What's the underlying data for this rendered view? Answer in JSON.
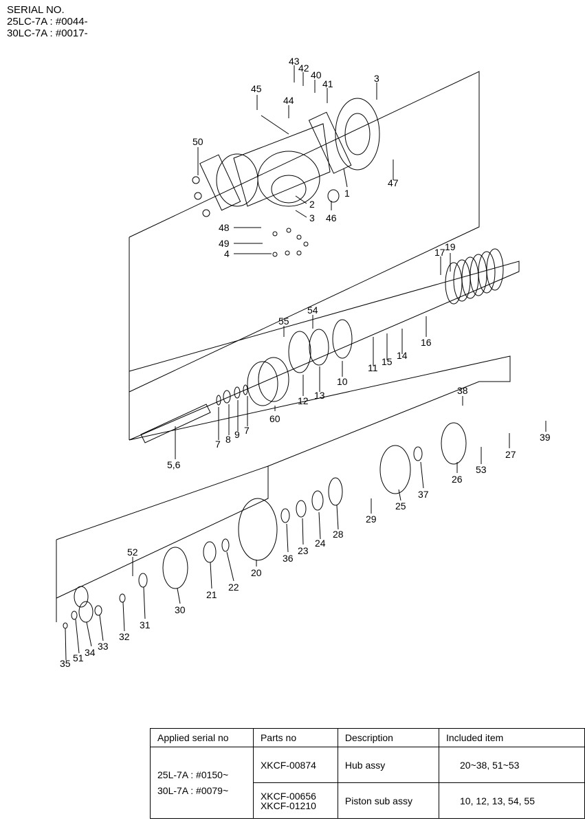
{
  "serial": {
    "title": "SERIAL NO.",
    "line1": "25LC-7A : #0044-",
    "line2": "30LC-7A : #0017-"
  },
  "callouts": [
    "43",
    "42",
    "40",
    "41",
    "3",
    "45",
    "44",
    "50",
    "47",
    "1",
    "2",
    "3",
    "46",
    "48",
    "49",
    "4",
    "17",
    "19",
    "54",
    "55",
    "16",
    "11",
    "15",
    "14",
    "10",
    "12",
    "13",
    "60",
    "7",
    "8",
    "9",
    "7",
    "5,6",
    "38",
    "27",
    "39",
    "53",
    "26",
    "37",
    "25",
    "29",
    "24",
    "28",
    "23",
    "36",
    "20",
    "22",
    "21",
    "52",
    "30",
    "31",
    "32",
    "33",
    "34",
    "51",
    "35"
  ],
  "table": {
    "headers": [
      "Applied serial no",
      "Parts no",
      "Description",
      "Included item"
    ],
    "serial_line1": "25L-7A : #0150~",
    "serial_line2": "30L-7A : #0079~",
    "rows": [
      {
        "parts_no": "XKCF-00874",
        "parts_no2": "",
        "description": "Hub assy",
        "included": "20~38, 51~53"
      },
      {
        "parts_no": "XKCF-00656",
        "parts_no2": "XKCF-01210",
        "description": "Piston sub assy",
        "included": "10, 12, 13, 54, 55"
      }
    ]
  }
}
